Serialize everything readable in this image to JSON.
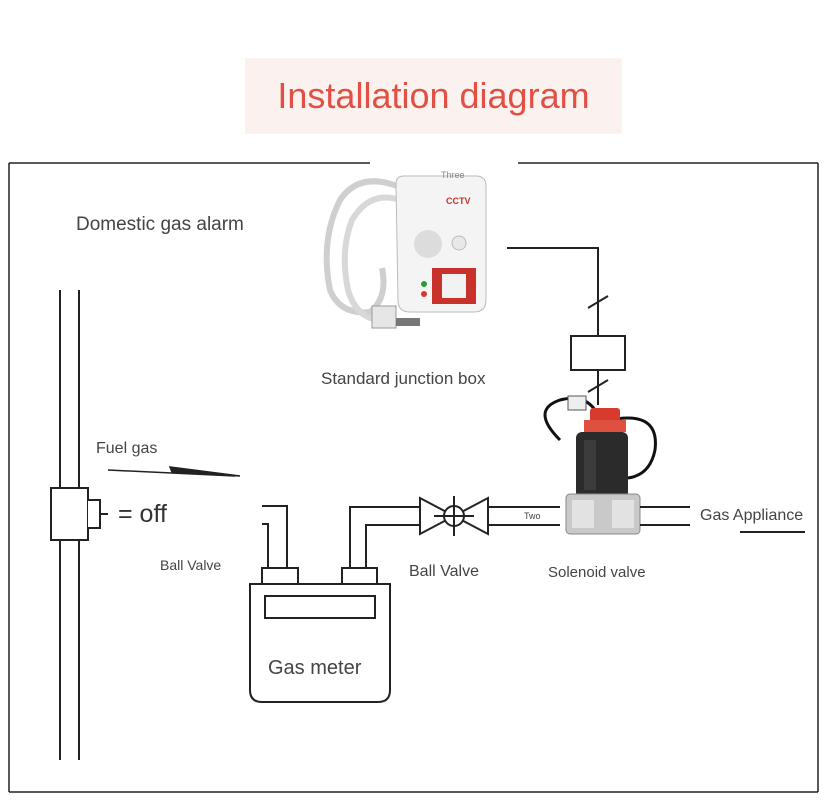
{
  "title": "Installation diagram",
  "labels": {
    "alarm": "Domestic gas alarm",
    "junction_box": "Standard junction box",
    "fuel_gas": "Fuel gas",
    "off": "= off",
    "ball_valve_left": "Ball Valve",
    "ball_valve_right": "Ball Valve",
    "solenoid_valve": "Solenoid valve",
    "gas_appliance": "Gas Appliance",
    "gas_meter": "Gas meter",
    "two": "Two",
    "three": "Three"
  },
  "product_marks": {
    "alarm_brand": "CCTV"
  },
  "colors": {
    "title": "#e15044",
    "title_bg": "#fbf1ef",
    "line": "#222222",
    "valve_red": "#d83a2e",
    "valve_coil": "#2b2b2b"
  }
}
